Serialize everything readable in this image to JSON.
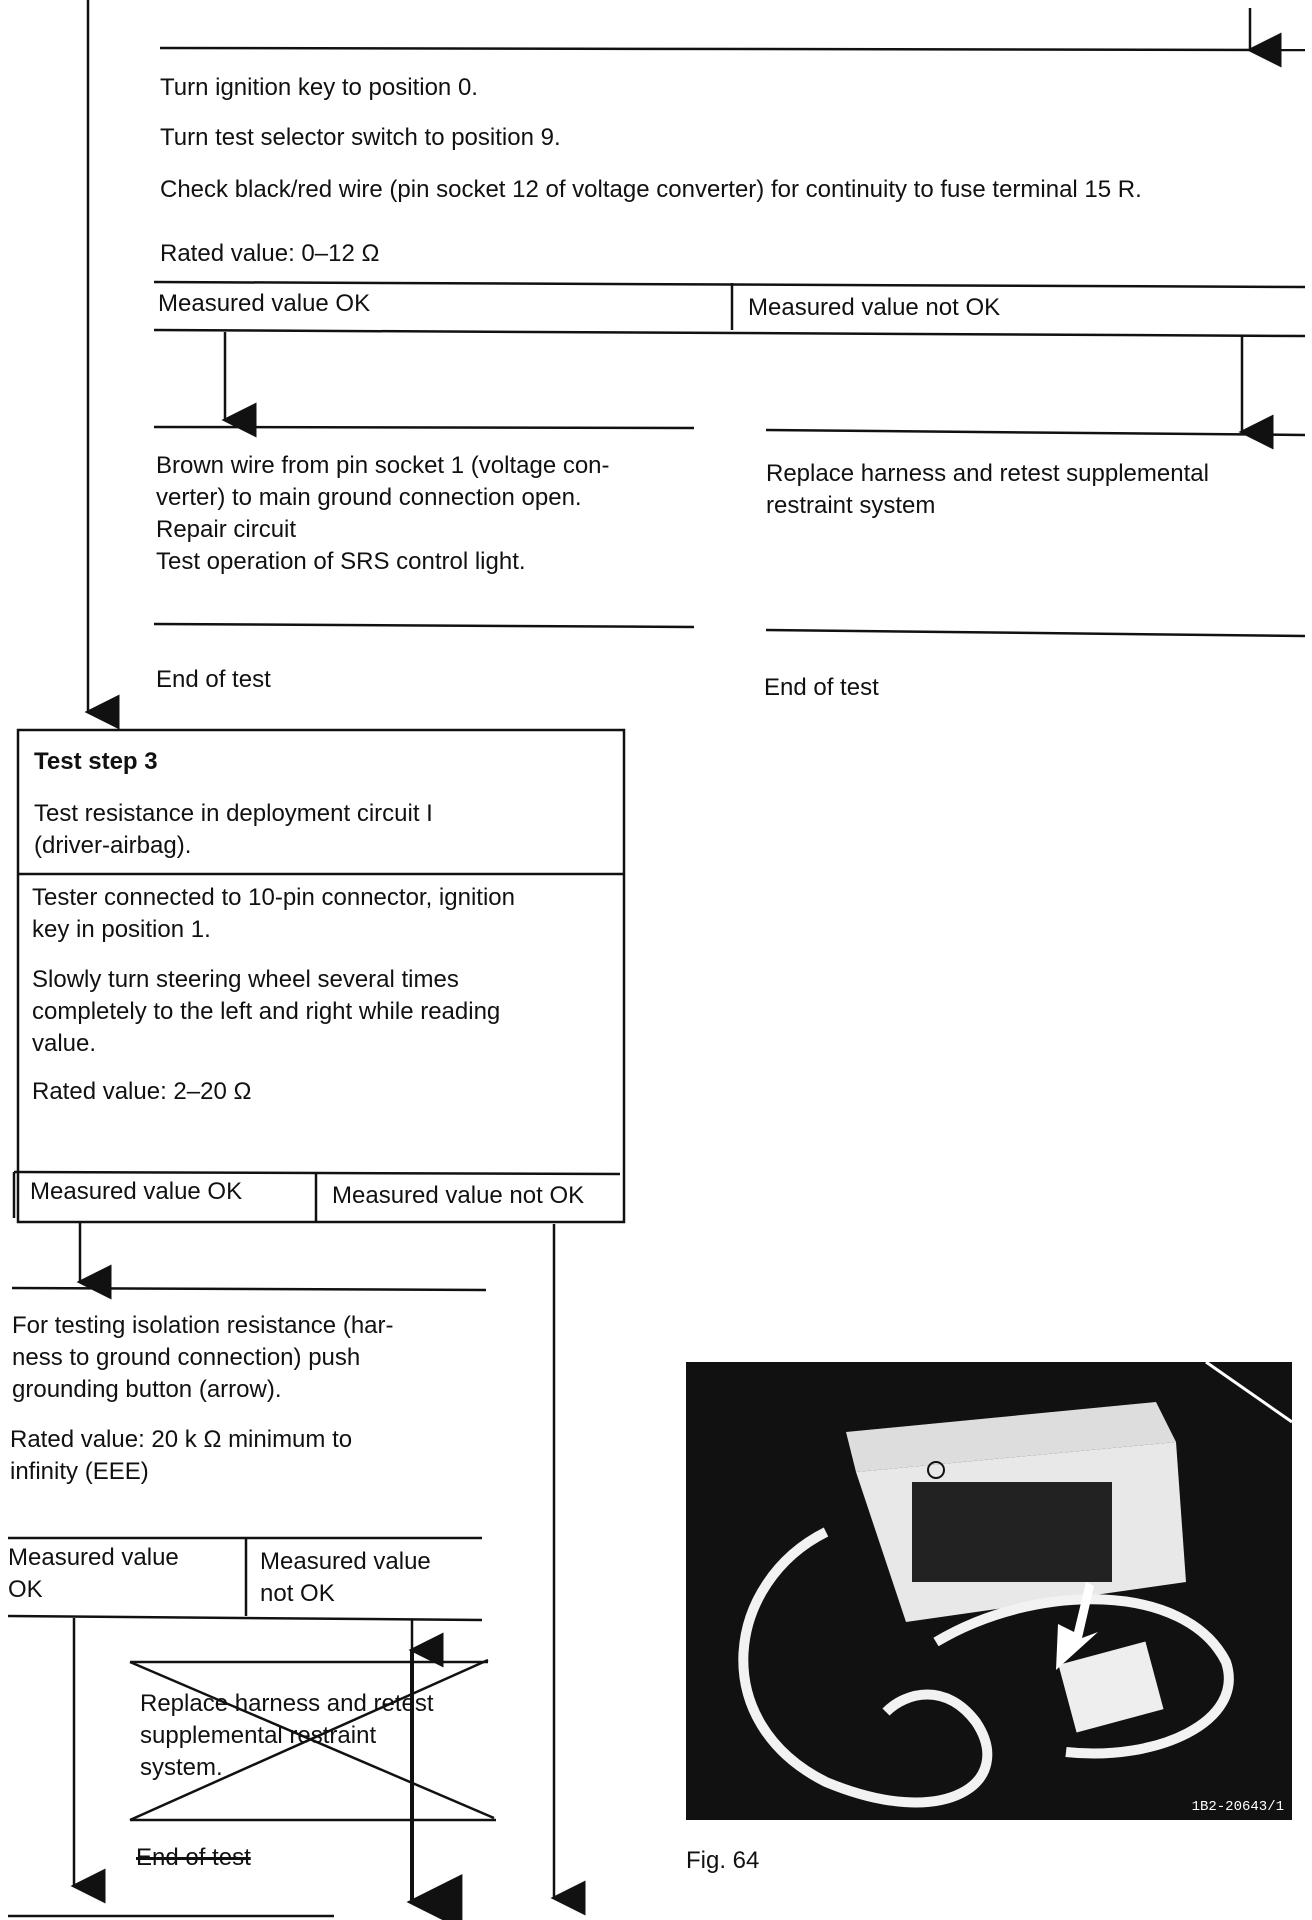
{
  "block1": {
    "line1": "Turn ignition key to position 0.",
    "line2": "Turn test selector switch to position 9.",
    "line3": "Check black/red wire (pin socket 12 of voltage converter) for continuity to fuse terminal 15 R.",
    "rated": "Rated value: 0–12 Ω",
    "ok": "Measured value OK",
    "not_ok": "Measured value not OK"
  },
  "branch_ok": {
    "text": "Brown wire from pin socket 1 (voltage con-\nverter) to main ground connection open.\nRepair circuit\nTest operation of SRS control light.",
    "end": "End of test"
  },
  "branch_not_ok": {
    "text": "Replace harness and retest supplemental\nrestraint system",
    "end": "End of test"
  },
  "step3": {
    "title": "Test step 3",
    "subtitle": "Test resistance in deployment circuit I\n(driver-airbag).",
    "p1": "Tester connected to 10-pin connector, ignition\nkey in position 1.",
    "p2": "Slowly turn steering wheel several times\ncompletely to the left and right while reading\nvalue.",
    "rated": "Rated value: 2–20 Ω",
    "ok": "Measured value OK",
    "not_ok": "Measured value not OK"
  },
  "isolation": {
    "text": "For testing isolation resistance (har-\nness to ground connection) push\ngrounding button (arrow).",
    "rated": "Rated value: 20 k Ω minimum to\ninfinity (EEE)",
    "ok": "Measured value\nOK",
    "not_ok": "Measured value\nnot OK"
  },
  "crossed": {
    "text": "Replace harness and retest\nsupplemental restraint\nsystem.",
    "end": "End of test"
  },
  "figure": {
    "code": "1B2-20643/1",
    "caption": "Fig. 64"
  }
}
